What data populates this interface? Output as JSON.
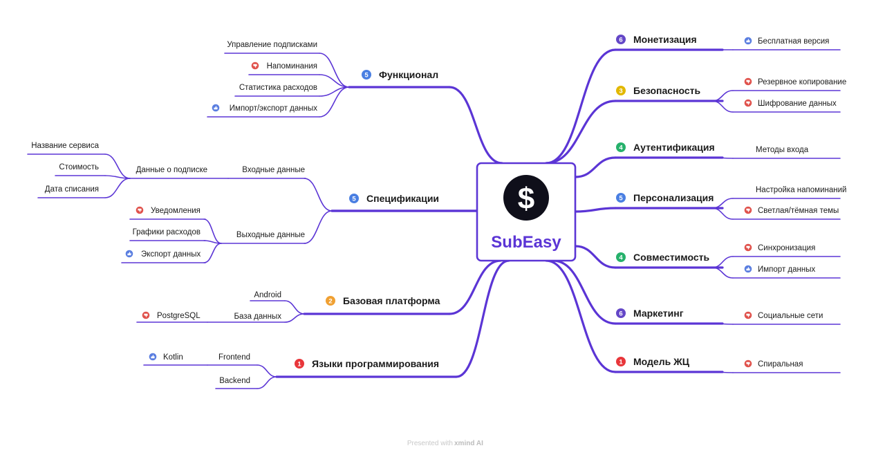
{
  "center": {
    "title": "SubEasy",
    "logo_symbol": "$",
    "color": "#5b35d5"
  },
  "footer": {
    "prefix": "Presented with",
    "brand": "xmind AI"
  },
  "icons": {
    "thumb-up": {
      "color": "#5a7ee0"
    },
    "thumb-down": {
      "color": "#e0524c"
    }
  },
  "badge_colors": {
    "1": "#e8363a",
    "2": "#f0a032",
    "3": "#e2b800",
    "4": "#26b16b",
    "5": "#4a7fe2",
    "6": "#6447c7"
  },
  "left": [
    {
      "badge": "5",
      "label": "Функционал",
      "children": [
        {
          "label": "Управление подписками"
        },
        {
          "label": "Напоминания",
          "icon": "thumb-down"
        },
        {
          "label": "Статистика расходов"
        },
        {
          "label": "Импорт/экспорт данных",
          "icon": "thumb-up"
        }
      ]
    },
    {
      "badge": "5",
      "label": "Спецификации",
      "children": [
        {
          "label": "Входные данные",
          "children": [
            {
              "label": "Данные о подписке",
              "children": [
                {
                  "label": "Название сервиса"
                },
                {
                  "label": "Стоимость"
                },
                {
                  "label": "Дата списания"
                }
              ]
            }
          ]
        },
        {
          "label": "Выходные данные",
          "children": [
            {
              "label": "Уведомления",
              "icon": "thumb-down"
            },
            {
              "label": "Графики расходов"
            },
            {
              "label": "Экспорт данных",
              "icon": "thumb-up"
            }
          ]
        }
      ]
    },
    {
      "badge": "2",
      "label": "Базовая платформа",
      "children": [
        {
          "label": "Android"
        },
        {
          "label": "База данных",
          "children": [
            {
              "label": "PostgreSQL",
              "icon": "thumb-down"
            }
          ]
        }
      ]
    },
    {
      "badge": "1",
      "label": "Языки программирования",
      "children": [
        {
          "label": "Frontend",
          "children": [
            {
              "label": "Kotlin",
              "icon": "thumb-up"
            }
          ]
        },
        {
          "label": "Backend"
        }
      ]
    }
  ],
  "right": [
    {
      "badge": "6",
      "label": "Монетизация",
      "children": [
        {
          "label": "Бесплатная версия",
          "icon": "thumb-up"
        }
      ]
    },
    {
      "badge": "3",
      "label": "Безопасность",
      "children": [
        {
          "label": "Резервное копирование",
          "icon": "thumb-down"
        },
        {
          "label": "Шифрование данных",
          "icon": "thumb-down"
        }
      ]
    },
    {
      "badge": "4",
      "label": "Аутентификация",
      "children": [
        {
          "label": "Методы входа"
        }
      ]
    },
    {
      "badge": "5",
      "label": "Персонализация",
      "children": [
        {
          "label": "Настройка напоминаний"
        },
        {
          "label": "Светлая/тёмная темы",
          "icon": "thumb-down"
        }
      ]
    },
    {
      "badge": "4",
      "label": "Совместимость",
      "children": [
        {
          "label": "Синхронизация",
          "icon": "thumb-down"
        },
        {
          "label": "Импорт данных",
          "icon": "thumb-up"
        }
      ]
    },
    {
      "badge": "6",
      "label": "Маркетинг",
      "children": [
        {
          "label": "Социальные сети",
          "icon": "thumb-down"
        }
      ]
    },
    {
      "badge": "1",
      "label": "Модель ЖЦ",
      "children": [
        {
          "label": "Спиральная",
          "icon": "thumb-down"
        }
      ]
    }
  ]
}
